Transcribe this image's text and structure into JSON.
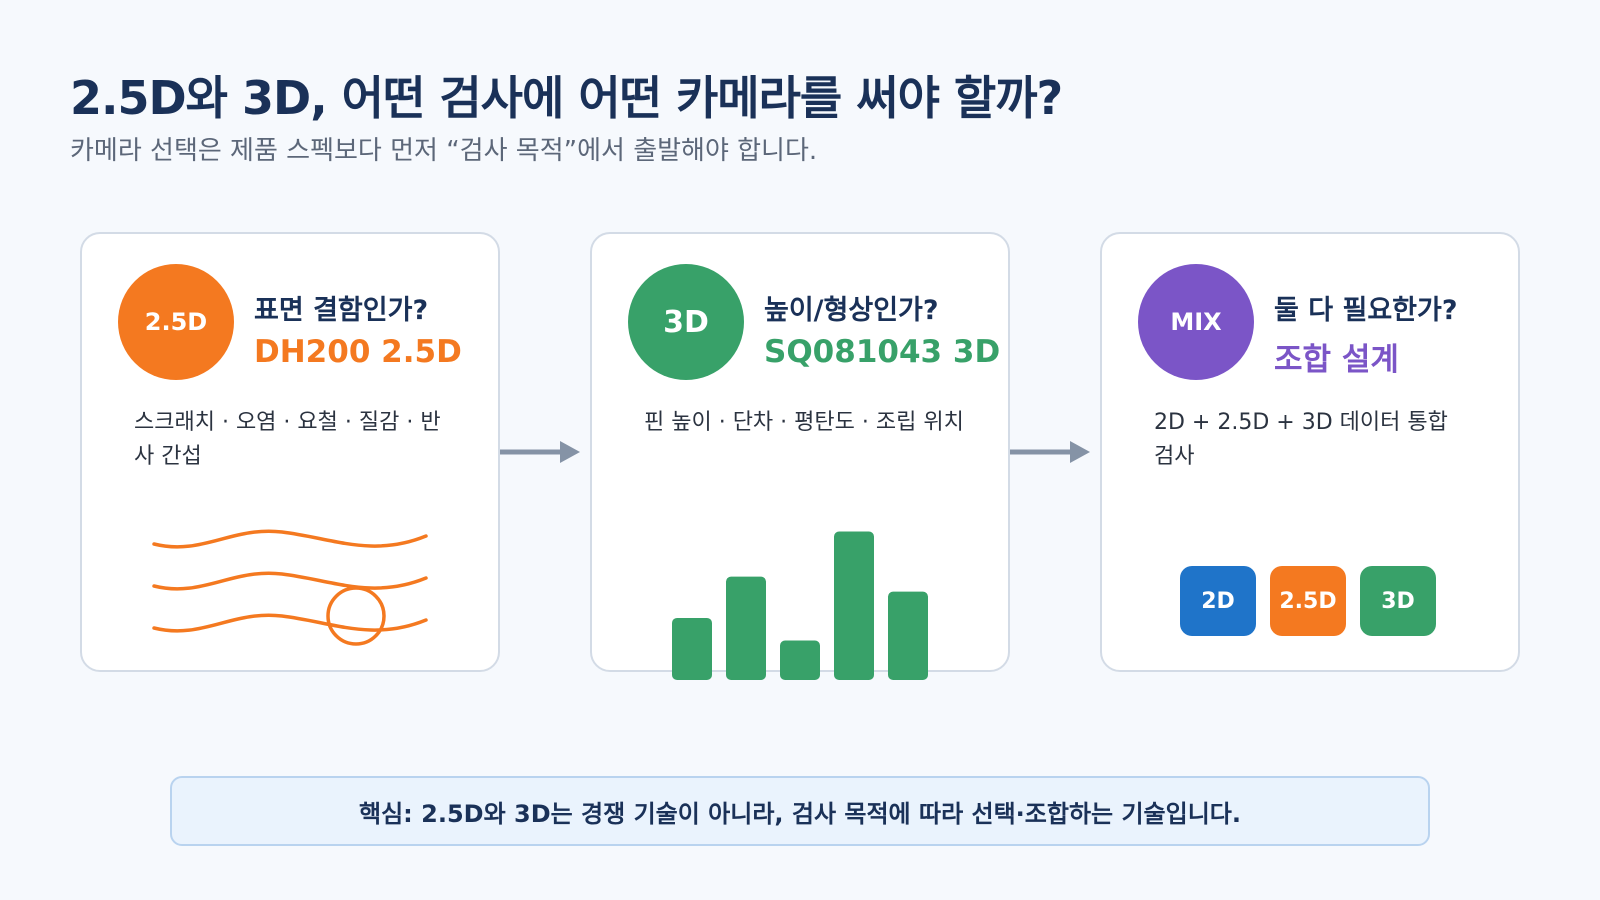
{
  "header": {
    "title": "2.5D와 3D, 어떤 검사에 어떤 카메라를 써야 할까?",
    "subtitle": "카메라 선택은 제품 스펙보다 먼저 “검사 목적”에서 출발해야 합니다."
  },
  "cards": [
    {
      "badge": "2.5D",
      "question": "표면 결함인가?",
      "product": "DH200 2.5D",
      "description": "스크래치 · 오염 · 요철 · 질감 · 반사 간섭",
      "accent": "#f47920"
    },
    {
      "badge": "3D",
      "question": "높이/형상인가?",
      "product": "SQ081043 3D",
      "description": "핀 높이 · 단차 · 평탄도 · 조립 위치",
      "accent": "#38a169",
      "bar_levels": [
        0.33,
        0.55,
        0.21,
        0.79,
        0.47
      ]
    },
    {
      "badge": "MIX",
      "question": "둘 다 필요한가?",
      "product": "조합 설계",
      "description": "2D + 2.5D + 3D 데이터 통합 검사",
      "accent": "#7b55c7",
      "chips": [
        "2D",
        "2.5D",
        "3D"
      ]
    }
  ],
  "colors": {
    "title": "#1a3158",
    "arrow": "#8593a6",
    "chip_2d": "#1f74c9"
  },
  "icons": [
    "arrow-right-icon",
    "surface-wave-icon",
    "height-bars-icon"
  ],
  "banner": {
    "text": "핵심: 2.5D와 3D는 경쟁 기술이 아니라, 검사 목적에 따라 선택·조합하는 기술입니다."
  }
}
